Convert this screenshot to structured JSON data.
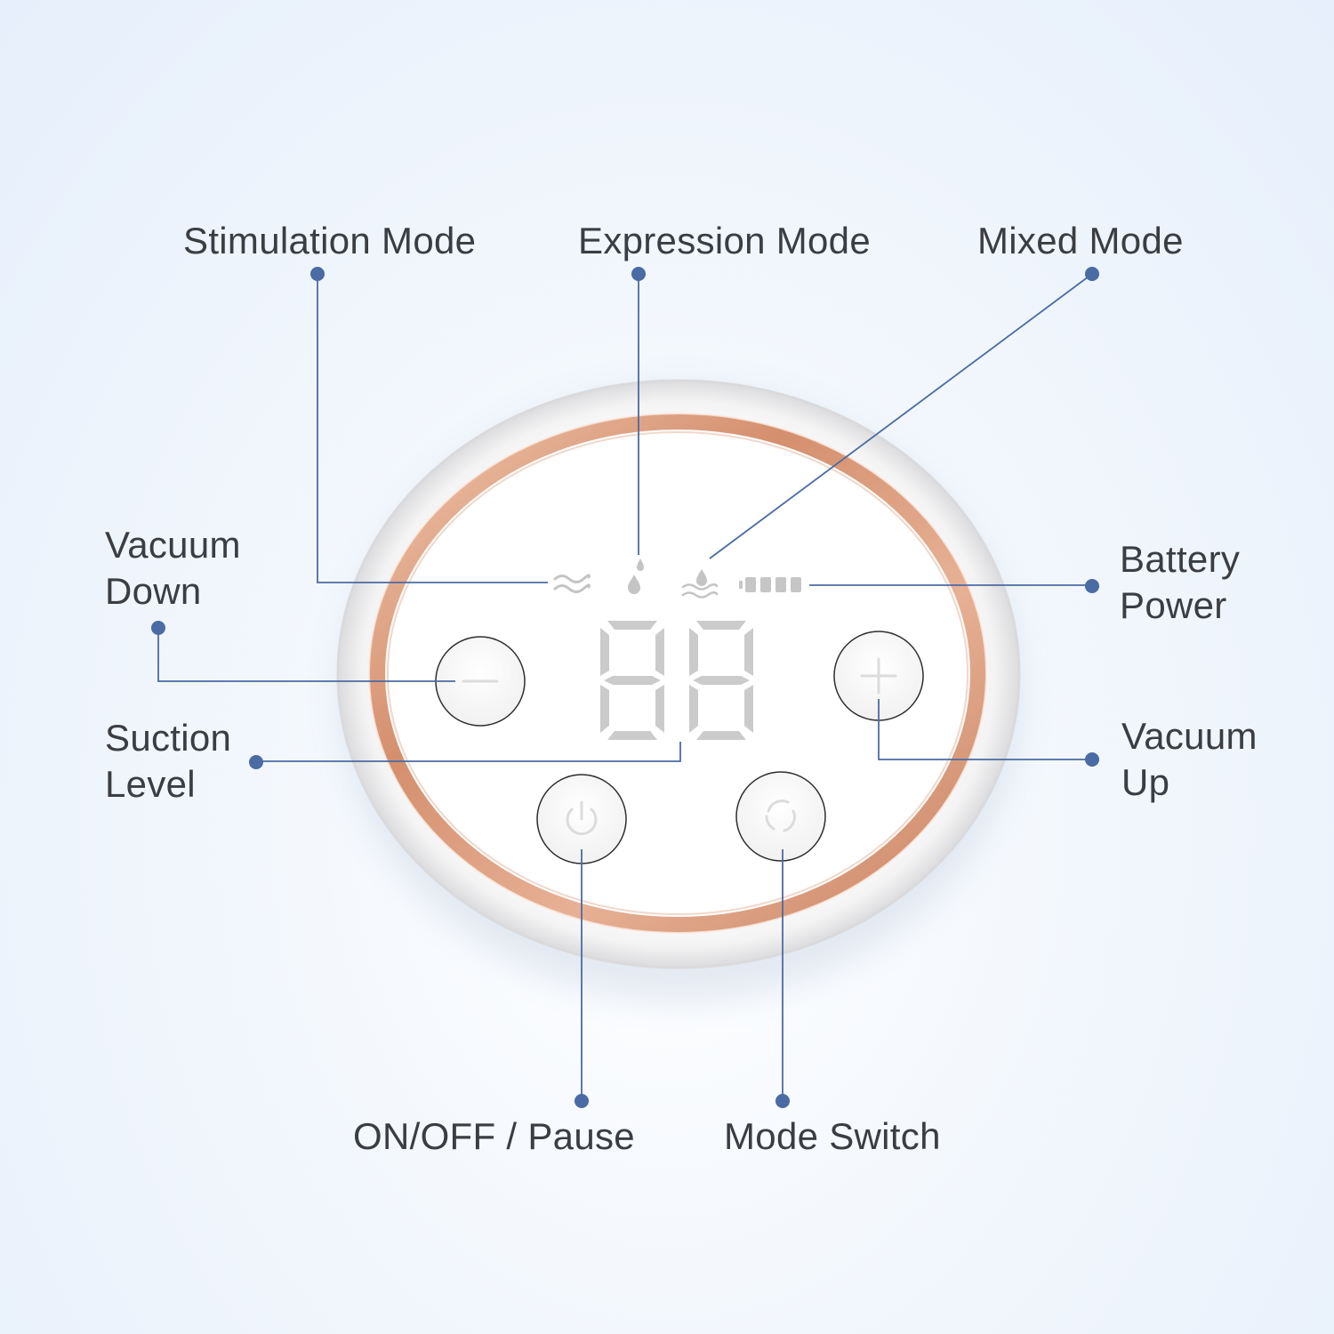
{
  "colors": {
    "callout": "#4a6ba3",
    "text": "#3a3d42",
    "ring": "#d9997c",
    "segment": "#c9c9c9"
  },
  "icons": [
    "wave-icon",
    "drop-icon",
    "drop-wave-icon",
    "battery-icon",
    "minus-icon",
    "plus-icon",
    "power-icon",
    "mode-cycle-icon"
  ],
  "display": {
    "digits": "88",
    "state": "all segments unlit"
  },
  "labels": {
    "stimulation_mode": "Stimulation Mode",
    "expression_mode": "Expression Mode",
    "mixed_mode": "Mixed Mode",
    "vacuum_down_1": "Vacuum",
    "vacuum_down_2": "Down",
    "battery_power_1": "Battery",
    "battery_power_2": "Power",
    "suction_level_1": "Suction",
    "suction_level_2": "Level",
    "vacuum_up_1": "Vacuum",
    "vacuum_up_2": "Up",
    "on_off_pause": "ON/OFF / Pause",
    "mode_switch": "Mode Switch"
  }
}
